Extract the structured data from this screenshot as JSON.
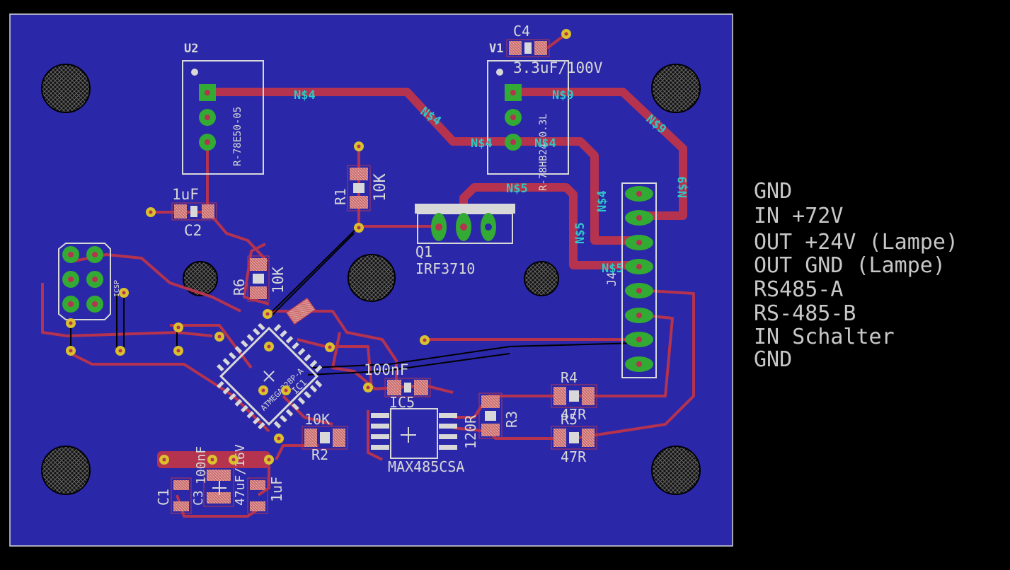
{
  "colors": {
    "background": "#000000",
    "board": "#2a28a8",
    "board_outline": "#d8d8d8",
    "trace": "#b5334e",
    "pad_green": "#33aa33",
    "via": "#d9c02e",
    "silk": "#d8d8d8",
    "net_label": "#2fc7c7"
  },
  "parts": {
    "u2": {
      "name": "U2",
      "value": "R-78E50-05"
    },
    "u1": {
      "name": "V1",
      "value": "R-78HB24-0.3L"
    },
    "c4": {
      "name": "C4",
      "value": "3.3uF/100V"
    },
    "c2": {
      "name": "C2",
      "value": "1uF"
    },
    "r1": {
      "name": "R1",
      "value": "10K"
    },
    "q1": {
      "name": "Q1",
      "value": "IRF3710"
    },
    "r6": {
      "name": "R6",
      "value": "10K"
    },
    "j": {
      "name": "J4"
    },
    "ic": {
      "name": "IC1",
      "value": "ATMEGA328P-A"
    },
    "c100n": {
      "value": "100nF"
    },
    "ic5": {
      "name": "IC5",
      "value": "MAX485CSA"
    },
    "r3": {
      "name": "R3",
      "value": "120R"
    },
    "r4": {
      "name": "R4",
      "value": "47R"
    },
    "r5": {
      "name": "R5",
      "value": "47R"
    },
    "r2": {
      "name": "R2",
      "value": "10K"
    },
    "c1": {
      "name": "C1"
    },
    "c3": {
      "name": "C3",
      "value": "100nF"
    },
    "c6": {
      "value": "47uF/16V"
    },
    "c_1uf": {
      "value": "1uF"
    },
    "isp": {
      "name": "ICSP"
    }
  },
  "nets": {
    "n4": "N$4",
    "n5": "N$5",
    "n9": "N$9"
  },
  "connector_labels": [
    "GND",
    "IN +72V",
    "OUT +24V (Lampe)",
    "OUT GND (Lampe)",
    "RS485-A",
    "RS-485-B",
    "IN Schalter",
    "GND"
  ]
}
